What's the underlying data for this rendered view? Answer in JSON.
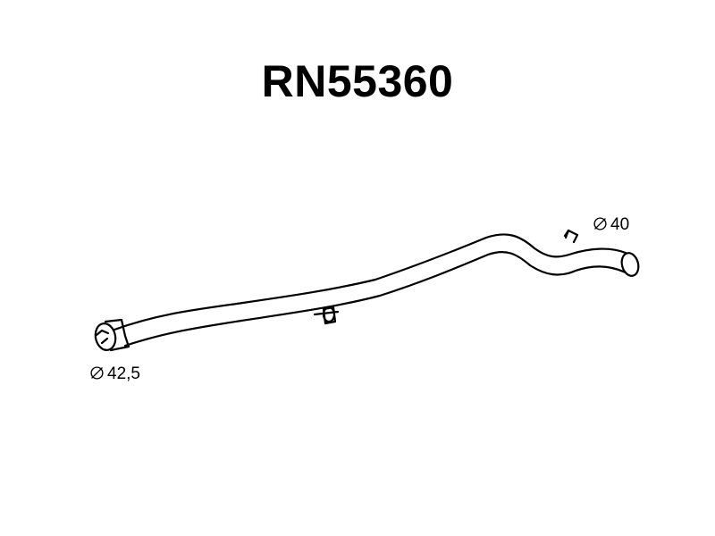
{
  "part_number": "RN55360",
  "dimensions": {
    "inlet_diameter": "42,5",
    "outlet_diameter": "40"
  },
  "colors": {
    "line": "#000000",
    "background": "#ffffff"
  },
  "icons": {
    "diameter": "diameter-symbol-icon"
  }
}
